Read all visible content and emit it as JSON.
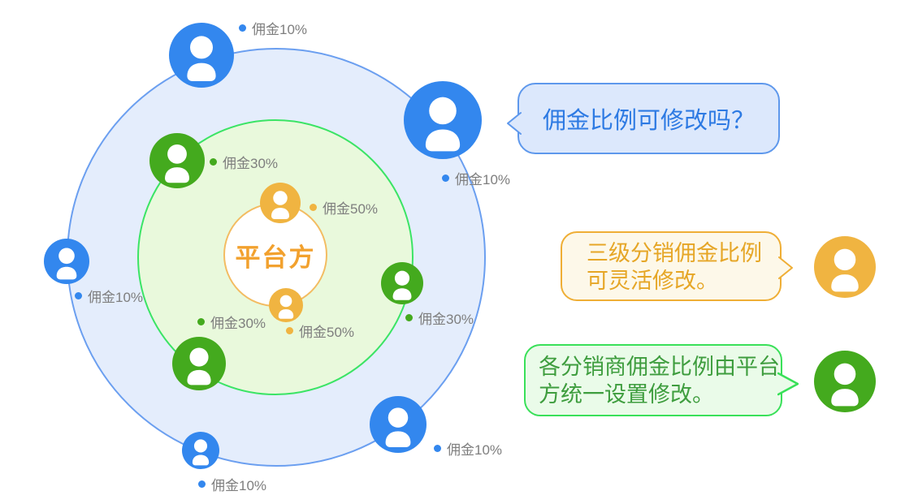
{
  "colors": {
    "tier1_blue": "#3387ee",
    "tier2_green": "#44aa1e",
    "tier3_orange": "#f0b441",
    "outer_ring_fill": "#e4edfc",
    "outer_ring_border": "#6b9ff0",
    "inner_ring_fill": "#e9f9dc",
    "inner_ring_border": "#3be465",
    "platform_border": "#f3bc62",
    "platform_text": "#f2a12e",
    "label_text": "#7e7e7e",
    "question_fill": "#dce8fc",
    "question_border": "#5e98ec",
    "question_text": "#2d7ae3",
    "answer_orange_fill": "#fdf8e9",
    "answer_orange_border": "#efae35",
    "answer_orange_text": "#e6a626",
    "answer_green_fill": "#eafbe9",
    "answer_green_border": "#39e059",
    "answer_green_text": "#3e9d3e"
  },
  "diagram": {
    "center_label": "平台方",
    "labels": [
      {
        "text": "佣金10%",
        "tier": "tier1-blue",
        "position": "top"
      },
      {
        "text": "佣金10%",
        "tier": "tier1-blue",
        "position": "top-right"
      },
      {
        "text": "佣金10%",
        "tier": "tier1-blue",
        "position": "left"
      },
      {
        "text": "佣金10%",
        "tier": "tier1-blue",
        "position": "bottom-left"
      },
      {
        "text": "佣金10%",
        "tier": "tier1-blue",
        "position": "bottom-right"
      },
      {
        "text": "佣金30%",
        "tier": "tier2-green",
        "position": "top-left"
      },
      {
        "text": "佣金30%",
        "tier": "tier2-green",
        "position": "right"
      },
      {
        "text": "佣金30%",
        "tier": "tier2-green",
        "position": "bottom-left-inner"
      },
      {
        "text": "佣金50%",
        "tier": "tier3-orange",
        "position": "top-center"
      },
      {
        "text": "佣金50%",
        "tier": "tier3-orange",
        "position": "bottom-center"
      }
    ]
  },
  "chat": {
    "question": "佣金比例可修改吗？",
    "answer_orange": {
      "line1": "三级分销佣金比例",
      "line2": "可灵活修改。"
    },
    "answer_green": {
      "line1": "各分销商佣金比例由平台",
      "line2": "方统一设置修改。"
    }
  }
}
